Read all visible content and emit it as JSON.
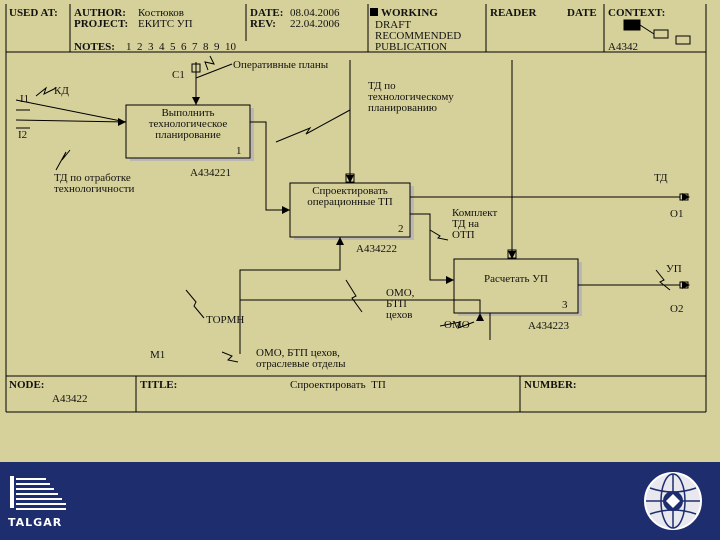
{
  "header": {
    "used_at": "USED AT:",
    "author_label": "AUTHOR:",
    "author": "Костюков",
    "project_label": "PROJECT:",
    "project": "ЕКИТС УП",
    "date_label": "DATE:",
    "date": "08.04.2006",
    "rev_label": "REV:",
    "rev": "22.04.2006",
    "notes_label": "NOTES:",
    "notes": "1  2  3  4  5  6  7  8  9  10",
    "status_working": "WORKING",
    "status_draft": "DRAFT",
    "status_recommended": "RECOMMENDED",
    "status_publication": "PUBLICATION",
    "reader_label": "READER",
    "date2_label": "DATE",
    "context_label": "CONTEXT:",
    "context_node": "A4342"
  },
  "diagram": {
    "label_c1": "C1",
    "control_operative_plans": "Оперативные планы",
    "label_kd": "КД",
    "label_i1": "I1",
    "label_i2": "I2",
    "label_td_tech": "ТД по отработке\nтехнологичности",
    "control_td_planning": "ТД по\nтехнологическому\nпланированию",
    "box1_text": "Выполнить технологическое планирование",
    "box1_num": "1",
    "box1_node": "А434221",
    "box2_text": "Спроектировать операционные ТП",
    "box2_num": "2",
    "box2_node": "А434222",
    "box3_text": "Расчетать УП",
    "box3_num": "3",
    "box3_node": "А434223",
    "out_td": "ТД",
    "out_o1": "O1",
    "out_kit": "Комплект\nТД на\nОТП",
    "out_up": "УП",
    "out_o2": "O2",
    "mech_tormn": "ТОРМН",
    "mech_omo_btp": "ОМО,\nБТП\nцехов",
    "mech_omo": "ОМО",
    "label_m1": "М1",
    "mech_bottom": "ОМО, БТП цехов,\nотраслевые отделы"
  },
  "footer_bar": {
    "node_label": "NODE:",
    "node": "А43422",
    "title_label": "TITLE:",
    "title": "Спроектировать  ТП",
    "number_label": "NUMBER:"
  },
  "branding": {
    "company": "TALGAR"
  }
}
